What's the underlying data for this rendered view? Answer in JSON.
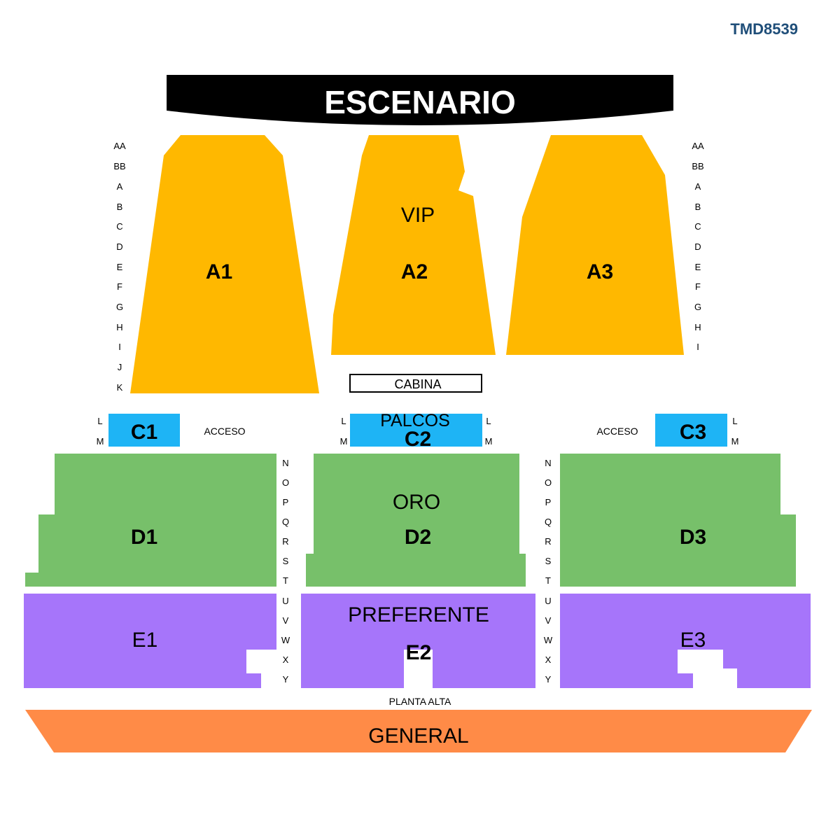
{
  "header": {
    "code": "TMD8539"
  },
  "stage": {
    "label": "ESCENARIO"
  },
  "colors": {
    "stage": "#000000",
    "a_sections": "#FFB800",
    "c_sections": "#1EB4F5",
    "d_sections": "#77C06A",
    "e_sections": "#A675FA",
    "general": "#FF8B47",
    "code": "#1F4E79"
  },
  "sections": {
    "a1": "A1",
    "a2": "A2",
    "a3": "A3",
    "c1": "C1",
    "c2": "C2",
    "c3": "C3",
    "d1": "D1",
    "d2": "D2",
    "d3": "D3",
    "e1": "E1",
    "e2": "E2",
    "e3": "E3"
  },
  "tiers": {
    "vip": "VIP",
    "palcos": "PALCOS",
    "oro": "ORO",
    "preferente": "PREFERENTE",
    "general": "GENERAL"
  },
  "labels": {
    "cabina": "CABINA",
    "acceso_left": "ACCESO",
    "acceso_right": "ACCESO",
    "planta_alta": "PLANTA ALTA"
  },
  "rows": {
    "a_left": [
      "AA",
      "BB",
      "A",
      "B",
      "C",
      "D",
      "E",
      "F",
      "G",
      "H",
      "I",
      "J",
      "K"
    ],
    "a_right": [
      "AA",
      "BB",
      "A",
      "B",
      "C",
      "D",
      "E",
      "F",
      "G",
      "H",
      "I"
    ],
    "c1_left": [
      "L",
      "M"
    ],
    "c2_left": [
      "L",
      "M"
    ],
    "c2_right": [
      "L",
      "M"
    ],
    "c3_right": [
      "L",
      "M"
    ],
    "de_aisle_left": [
      "N",
      "O",
      "P",
      "Q",
      "R",
      "S",
      "T",
      "U",
      "V",
      "W",
      "X",
      "Y"
    ],
    "de_aisle_right": [
      "N",
      "O",
      "P",
      "Q",
      "R",
      "S",
      "T",
      "U",
      "V",
      "W",
      "X",
      "Y"
    ]
  }
}
